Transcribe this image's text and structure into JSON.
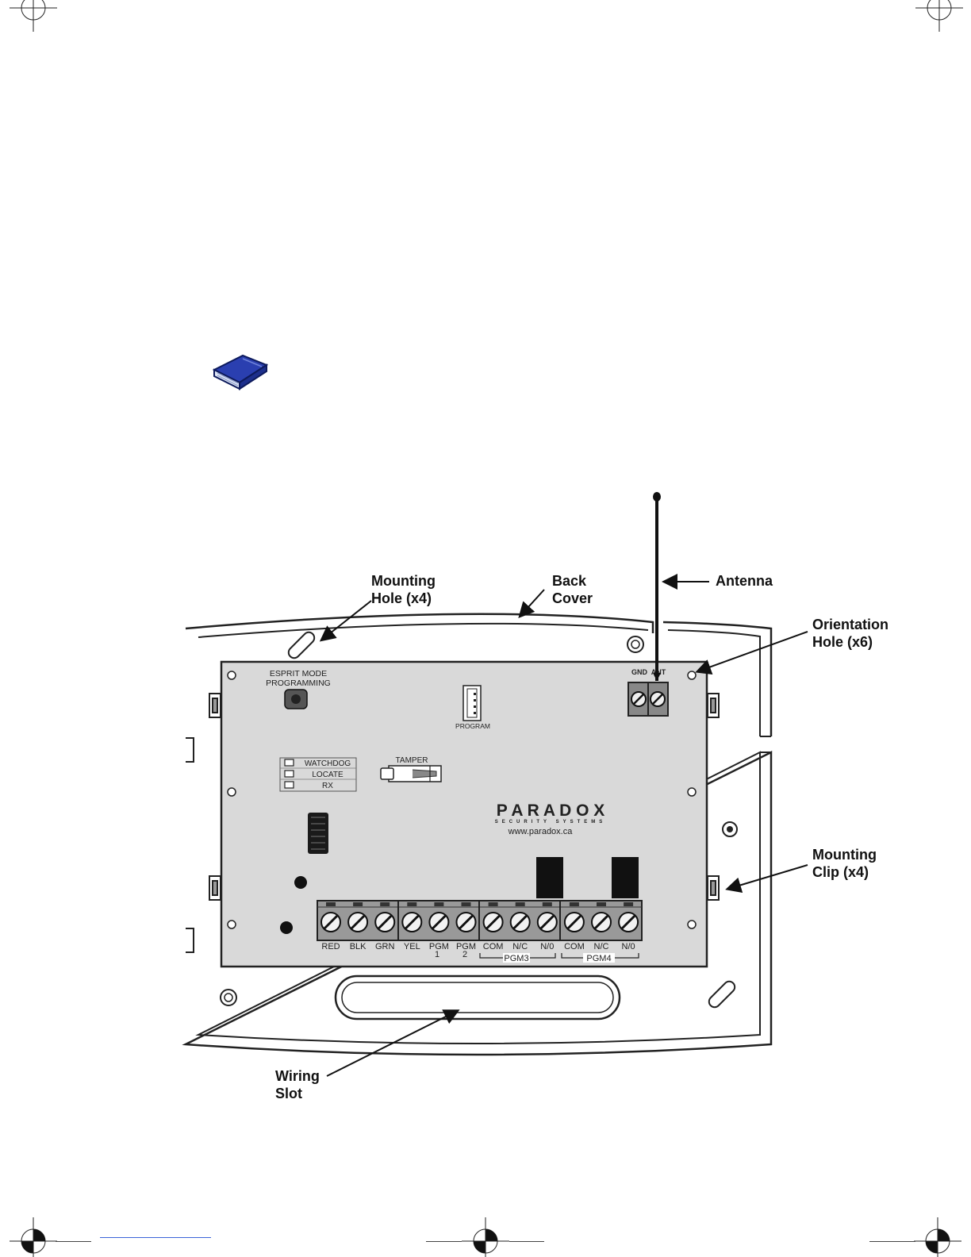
{
  "callouts": {
    "mounting_hole": {
      "line1": "Mounting",
      "line2": "Hole (x4)"
    },
    "back_cover": {
      "line1": "Back",
      "line2": "Cover"
    },
    "antenna": {
      "line1": "Antenna"
    },
    "orientation_hole": {
      "line1": "Orientation",
      "line2": "Hole (x6)"
    },
    "mounting_clip": {
      "line1": "Mounting",
      "line2": "Clip (x4)"
    },
    "wiring_slot": {
      "line1": "Wiring",
      "line2": "Slot"
    }
  },
  "board": {
    "esprit_line1": "ESPRIT MODE",
    "esprit_line2": "PROGRAMMING",
    "program": "PROGRAM",
    "tamper": "TAMPER",
    "gnd": "GND",
    "ant": "ANT",
    "leds": [
      "WATCHDOG",
      "LOCATE",
      "RX"
    ],
    "brand": "P A R A D O X",
    "brand_sub": "SECURITY SYSTEMS",
    "website": "www.paradox.ca",
    "terminals": [
      "RED",
      "BLK",
      "GRN",
      "YEL",
      "PGM",
      "PGM",
      "COM",
      "N/C",
      "N/0",
      "COM",
      "N/C",
      "N/0"
    ],
    "terminal_numbers": {
      "pgm1": "1",
      "pgm2": "2"
    },
    "groups": {
      "pgm3": "PGM3",
      "pgm4": "PGM4"
    }
  },
  "icons": {
    "book": "book-icon",
    "registration": "registration-mark-icon"
  }
}
